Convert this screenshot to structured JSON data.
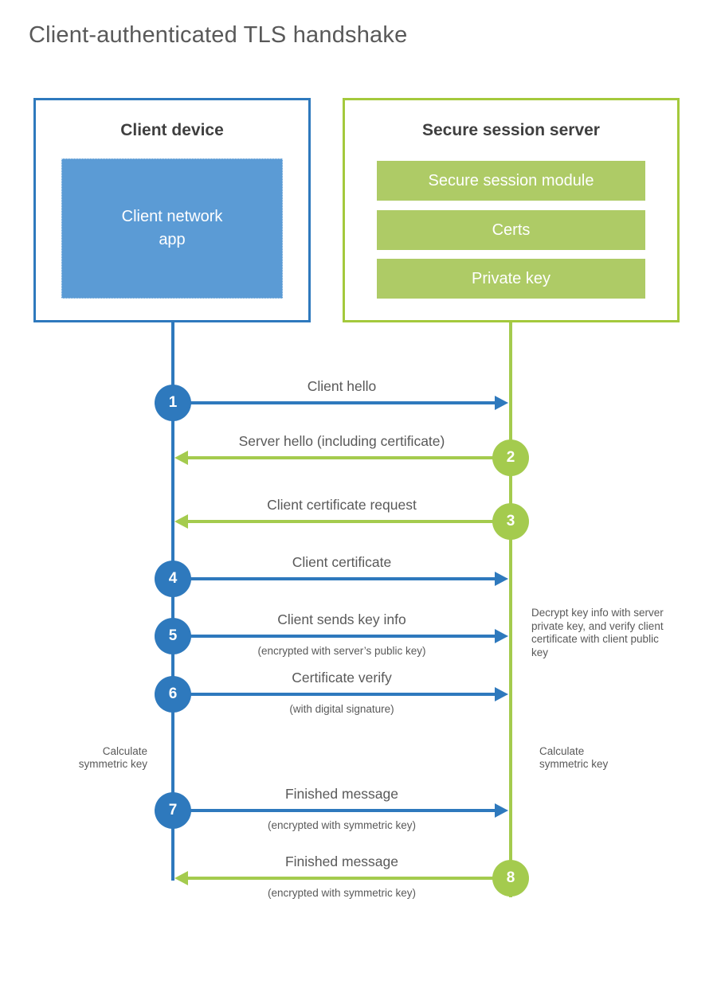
{
  "title": "Client-authenticated TLS handshake",
  "colors": {
    "blue_line": "#2e79bd",
    "blue_fill": "#5b9bd5",
    "green_line": "#a4cb4e",
    "green_fill": "#aecb66",
    "text_gray": "#595959"
  },
  "client": {
    "header": "Client device",
    "module": "Client network app"
  },
  "server": {
    "header": "Secure session server",
    "modules": [
      "Secure session module",
      "Certs",
      "Private key"
    ]
  },
  "messages": [
    {
      "step": "1",
      "from": "client",
      "label": "Client hello",
      "sublabel": ""
    },
    {
      "step": "2",
      "from": "server",
      "label": "Server hello (including certificate)",
      "sublabel": ""
    },
    {
      "step": "3",
      "from": "server",
      "label": "Client certificate request",
      "sublabel": ""
    },
    {
      "step": "4",
      "from": "client",
      "label": "Client certificate",
      "sublabel": ""
    },
    {
      "step": "5",
      "from": "client",
      "label": "Client sends key info",
      "sublabel": "(encrypted with server’s public key)"
    },
    {
      "step": "6",
      "from": "client",
      "label": "Certificate verify",
      "sublabel": "(with digital signature)"
    },
    {
      "step": "7",
      "from": "client",
      "label": "Finished message",
      "sublabel": "(encrypted with symmetric key)"
    },
    {
      "step": "8",
      "from": "server",
      "label": "Finished message",
      "sublabel": "(encrypted with symmetric key)"
    }
  ],
  "notes": {
    "decrypt": "Decrypt key info with server private key, and verify client certificate with client public key",
    "calculate_left": "Calculate symmetric key",
    "calculate_right": "Calculate symmetric key"
  }
}
